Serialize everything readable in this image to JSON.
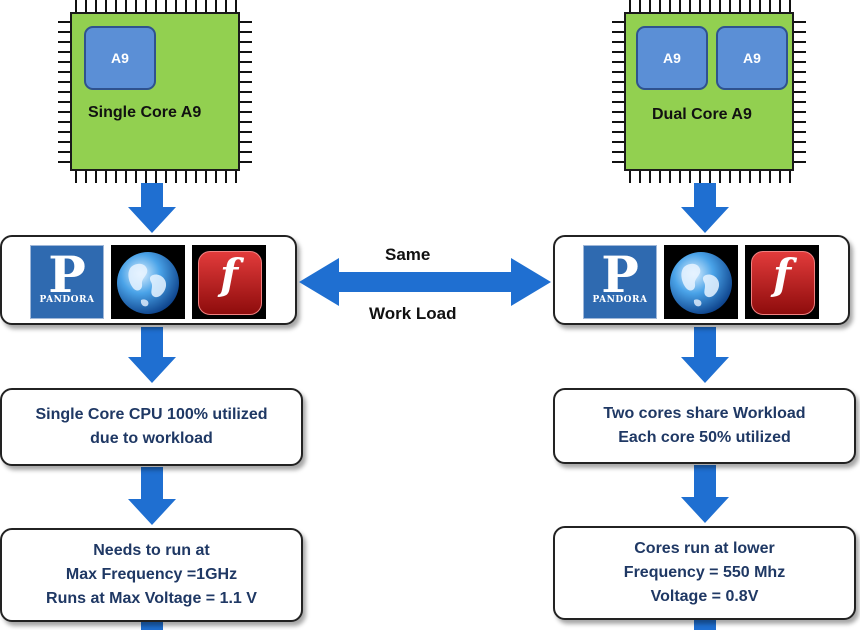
{
  "left": {
    "chip_label": "Single Core A9",
    "cores": [
      "A9"
    ],
    "status_lines": [
      "Single Core CPU 100% utilized",
      "due to workload"
    ],
    "freq_lines": [
      "Needs to run at",
      "Max Frequency =1GHz",
      "Runs at Max Voltage  = 1.1 V"
    ]
  },
  "right": {
    "chip_label": "Dual Core A9",
    "cores": [
      "A9",
      "A9"
    ],
    "status_lines": [
      "Two cores share Workload",
      "Each core 50% utilized"
    ],
    "freq_lines": [
      "Cores  run at lower",
      "Frequency = 550 Mhz",
      "Voltage = 0.8V"
    ]
  },
  "middle": {
    "top_label": "Same",
    "bottom_label": "Work Load"
  },
  "apps": {
    "pandora_letter": "P",
    "pandora_text": "PANDORA",
    "flash_letter": "f",
    "icons": [
      "pandora-icon",
      "globe-icon",
      "flash-icon"
    ]
  },
  "colors": {
    "chip_green": "#92d050",
    "core_blue": "#5b8fd6",
    "arrow_blue": "#1f6fd1",
    "text_navy": "#1f3864"
  }
}
